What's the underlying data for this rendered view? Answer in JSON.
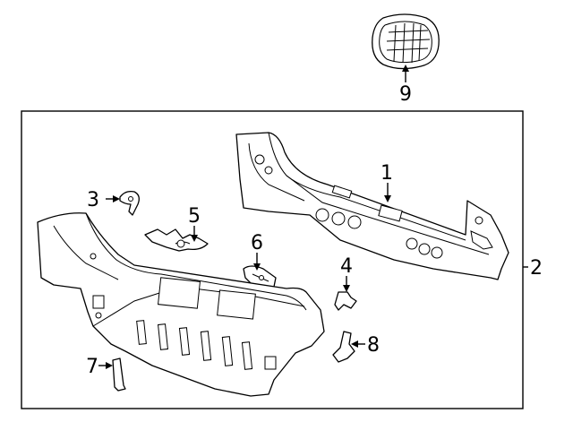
{
  "diagram": {
    "callouts": [
      {
        "id": "1",
        "label": "1"
      },
      {
        "id": "2",
        "label": "2"
      },
      {
        "id": "3",
        "label": "3"
      },
      {
        "id": "4",
        "label": "4"
      },
      {
        "id": "5",
        "label": "5"
      },
      {
        "id": "6",
        "label": "6"
      },
      {
        "id": "7",
        "label": "7"
      },
      {
        "id": "8",
        "label": "8"
      },
      {
        "id": "9",
        "label": "9"
      }
    ],
    "line_color": "#000000",
    "background_color": "#ffffff"
  }
}
